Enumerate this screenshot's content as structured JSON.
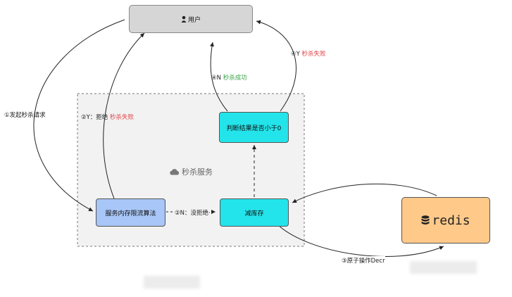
{
  "diagram": {
    "nodes": {
      "user": {
        "icon": "user-icon",
        "label": "用户"
      },
      "throttle": {
        "label": "服务内存限流算法"
      },
      "decrease": {
        "label": "减库存"
      },
      "check": {
        "label": "判断结果是否小于0"
      },
      "redis": {
        "icon": "database-icon",
        "label": "redis"
      }
    },
    "group": {
      "icon": "cloud-icon",
      "label": "秒杀服务"
    },
    "edges": {
      "request": {
        "label": "①发起秒杀请求"
      },
      "reject": {
        "prefix": "②Y：拒绝",
        "highlight": "秒杀失败"
      },
      "pass": {
        "label": "②N：没拒绝·"
      },
      "atomic": {
        "label": "③原子操作Decr"
      },
      "success": {
        "prefix": "④N",
        "highlight": "秒杀成功"
      },
      "fail": {
        "prefix": "④Y",
        "highlight": "秒杀失败"
      }
    },
    "colors": {
      "user_fill": "#d6d6d6",
      "throttle_fill": "#a8c6f7",
      "cyan_fill": "#22e4ea",
      "redis_fill": "#ffc98a",
      "group_fill": "#f2f2f2",
      "fail_text": "#e0484b",
      "success_text": "#3aa64a"
    }
  }
}
